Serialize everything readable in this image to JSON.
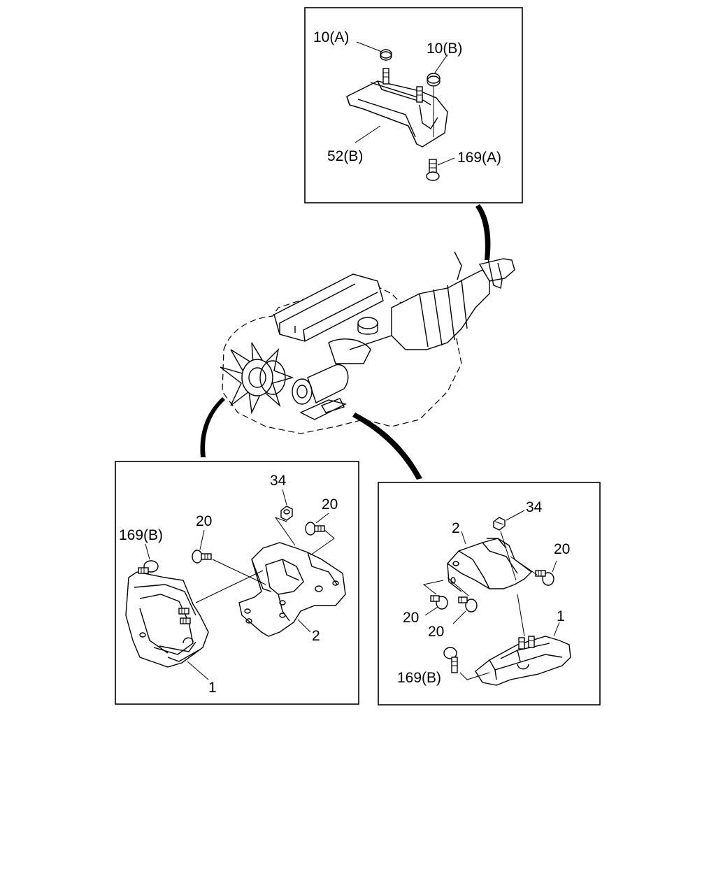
{
  "labels": {
    "top": {
      "nut_a": "10(A)",
      "nut_b": "10(B)",
      "mount": "52(B)",
      "bolt": "169(A)"
    },
    "left": {
      "nut": "34",
      "bolt_top": "20",
      "bolt_left": "20",
      "bolt_169": "169(B)",
      "bracket": "2",
      "mount": "1"
    },
    "right": {
      "nut": "34",
      "bracket": "2",
      "bolt_right": "20",
      "bolt_lower_1": "20",
      "bolt_lower_2": "20",
      "mount": "1",
      "bolt_169": "169(B)"
    }
  }
}
